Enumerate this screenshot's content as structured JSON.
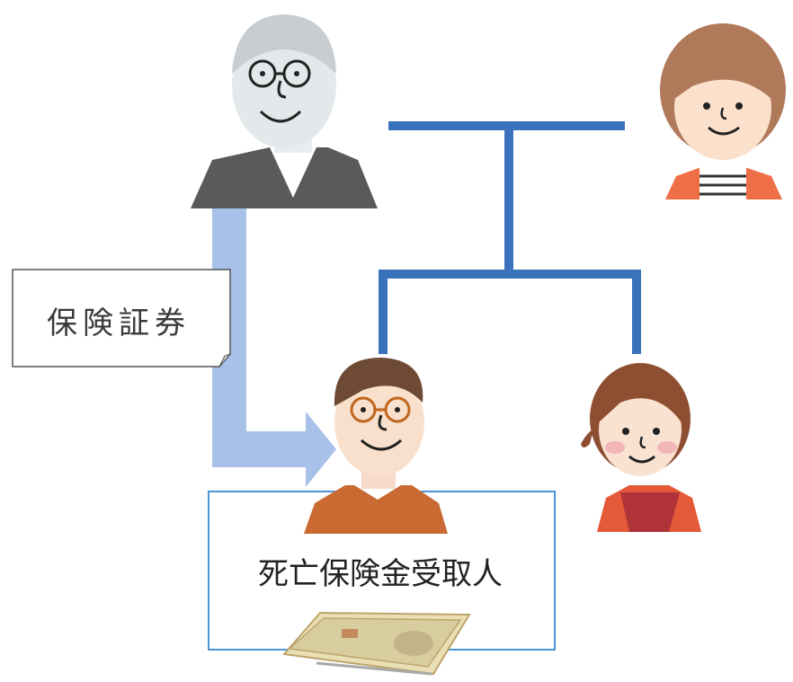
{
  "labels": {
    "insurance_certificate": "保険証券",
    "death_benefit_recipient": "死亡保険金受取人"
  },
  "colors": {
    "family_line": "#3a72bb",
    "transfer_arrow": "#a7c1e8",
    "recipient_box": "#4a93d6"
  },
  "icons": [
    "grandfather-illustration",
    "grandmother-illustration",
    "son-illustration",
    "daughter-illustration",
    "banknote-bundle-icon",
    "transfer-arrow-icon"
  ]
}
